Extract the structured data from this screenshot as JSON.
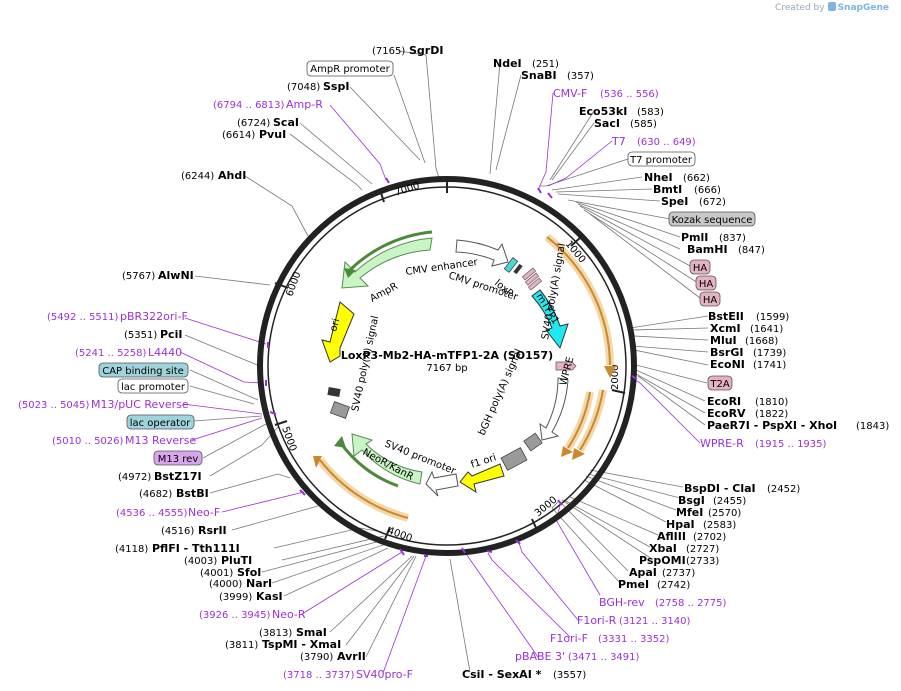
{
  "credit": {
    "prefix": "Created by",
    "brand": "SnapGene"
  },
  "plasmid": {
    "name": "LoxP3-Mb2-HA-mTFP1-2A (SO157)",
    "length_label": "7167 bp"
  },
  "ticks": [
    "1000",
    "2000",
    "3000",
    "4000",
    "5000",
    "6000",
    "7000"
  ],
  "sites": [
    {
      "name": "SgrDI",
      "pos": "(7165)"
    },
    {
      "name": "SspI",
      "pos": "(7048)"
    },
    {
      "name": "ScaI",
      "pos": "(6724)"
    },
    {
      "name": "PvuI",
      "pos": "(6614)"
    },
    {
      "name": "AhdI",
      "pos": "(6244)"
    },
    {
      "name": "AlwNI",
      "pos": "(5767)"
    },
    {
      "name": "PciI",
      "pos": "(5351)"
    },
    {
      "name": "BstZ17I",
      "pos": "(4972)"
    },
    {
      "name": "BstBI",
      "pos": "(4682)"
    },
    {
      "name": "RsrII",
      "pos": "(4516)"
    },
    {
      "name": "PflFI - Tth111I",
      "pos": "(4118)"
    },
    {
      "name": "PluTI",
      "pos": "(4003)"
    },
    {
      "name": "SfoI",
      "pos": "(4001)"
    },
    {
      "name": "NarI",
      "pos": "(4000)"
    },
    {
      "name": "KasI",
      "pos": "(3999)"
    },
    {
      "name": "SmaI",
      "pos": "(3813)"
    },
    {
      "name": "TspMI - XmaI",
      "pos": "(3811)"
    },
    {
      "name": "AvrII",
      "pos": "(3790)"
    },
    {
      "name": "NdeI",
      "pos": "(251)"
    },
    {
      "name": "SnaBI",
      "pos": "(357)"
    },
    {
      "name": "Eco53kI",
      "pos": "(583)"
    },
    {
      "name": "SacI",
      "pos": "(585)"
    },
    {
      "name": "NheI",
      "pos": "(662)"
    },
    {
      "name": "BmtI",
      "pos": "(666)"
    },
    {
      "name": "SpeI",
      "pos": "(672)"
    },
    {
      "name": "PmlI",
      "pos": "(837)"
    },
    {
      "name": "BamHI",
      "pos": "(847)"
    },
    {
      "name": "BstEII",
      "pos": "(1599)"
    },
    {
      "name": "XcmI",
      "pos": "(1641)"
    },
    {
      "name": "MluI",
      "pos": "(1668)"
    },
    {
      "name": "BsrGI",
      "pos": "(1739)"
    },
    {
      "name": "EcoNI",
      "pos": "(1741)"
    },
    {
      "name": "EcoRI",
      "pos": "(1810)"
    },
    {
      "name": "EcoRV",
      "pos": "(1822)"
    },
    {
      "name": "PaeR7I - PspXI - XhoI",
      "pos": "(1843)"
    },
    {
      "name": "BspDI - ClaI",
      "pos": "(2452)"
    },
    {
      "name": "BsgI",
      "pos": "(2455)"
    },
    {
      "name": "MfeI",
      "pos": "(2570)"
    },
    {
      "name": "HpaI",
      "pos": "(2583)"
    },
    {
      "name": "AflIII",
      "pos": "(2702)"
    },
    {
      "name": "XbaI",
      "pos": "(2727)"
    },
    {
      "name": "PspOMI",
      "pos": "(2733)"
    },
    {
      "name": "ApaI",
      "pos": "(2737)"
    },
    {
      "name": "PmeI",
      "pos": "(2742)"
    },
    {
      "name": "CsiI - SexAI *",
      "pos": "(3557)"
    }
  ],
  "primers": [
    {
      "name": "Amp-R",
      "pos": "(6794 .. 6813)"
    },
    {
      "name": "pBR322ori-F",
      "pos": "(5492 .. 5511)"
    },
    {
      "name": "L4440",
      "pos": "(5241 .. 5258)"
    },
    {
      "name": "M13/pUC Reverse",
      "pos": "(5023 .. 5045)"
    },
    {
      "name": "M13 Reverse",
      "pos": "(5010 .. 5026)"
    },
    {
      "name": "Neo-F",
      "pos": "(4536 .. 4555)"
    },
    {
      "name": "Neo-R",
      "pos": "(3926 .. 3945)"
    },
    {
      "name": "SV40pro-F",
      "pos": "(3718 .. 3737)"
    },
    {
      "name": "CMV-F",
      "pos": "(536 .. 556)"
    },
    {
      "name": "T7",
      "pos": "(630 .. 649)"
    },
    {
      "name": "WPRE-R",
      "pos": "(1915 .. 1935)"
    },
    {
      "name": "BGH-rev",
      "pos": "(2758 .. 2775)"
    },
    {
      "name": "F1ori-R",
      "pos": "(3121 .. 3140)"
    },
    {
      "name": "F1ori-F",
      "pos": "(3331 .. 3352)"
    },
    {
      "name": "pBABE 3'",
      "pos": "(3471 .. 3491)"
    }
  ],
  "boxed_labels": {
    "ampr_promoter": "AmpR promoter",
    "t7_promoter": "T7 promoter",
    "kozak": "Kozak sequence",
    "ha1": "HA",
    "ha2": "HA",
    "ha3": "HA",
    "t2a": "T2A",
    "cap": "CAP binding site",
    "lac_promoter": "lac promoter",
    "lac_operator": "lac operator",
    "m13rev": "M13 rev"
  },
  "features": {
    "cmv_enhancer": "CMV enhancer",
    "cmv_promoter": "CMV promoter",
    "loxp": "loxP",
    "mtfp1": "mTFP1",
    "ampr": "AmpR",
    "ori": "ori",
    "sv40_polya_left": "SV40 poly(A) signal",
    "sv40_polya_right": "SV40 poly(A) signal",
    "wpre": "WPRE",
    "bgh_polya": "bGH poly(A) signal",
    "f1_ori": "f1 ori",
    "sv40_promoter": "SV40 promoter",
    "neor": "NeoR/KanR"
  },
  "colors": {
    "backbone": "#222222",
    "primer": "#9b30d9",
    "orf_arrow": "#e8a23a",
    "promoter_fill": "#ffffff",
    "ampr_fill": "#c9f5c4",
    "ori_fill": "#ffff00",
    "mtfp1_fill": "#20e8f0",
    "polya_fill": "#9a9a9a",
    "ha_fill": "#e4b2c0",
    "kozak_fill": "#c8c8c8",
    "cap_fill": "#9fd3dc"
  }
}
